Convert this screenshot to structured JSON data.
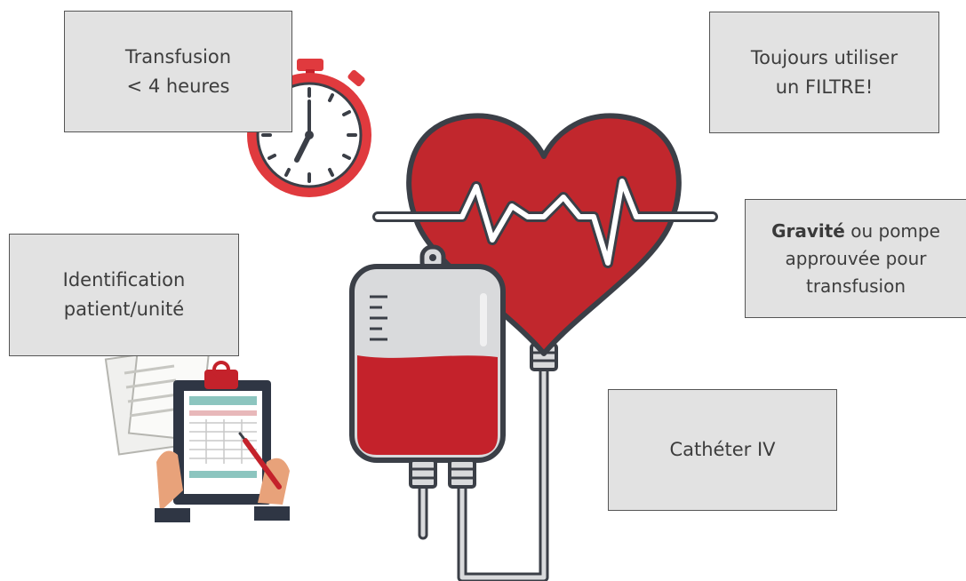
{
  "boxes": {
    "transfusion": {
      "line1": "Transfusion",
      "line2": "< 4 heures"
    },
    "filtre": {
      "line1": "Toujours utiliser",
      "line2": "un FILTRE!"
    },
    "gravite": {
      "bold": "Gravité",
      "rest1": " ou pompe",
      "line2": "approuvée pour",
      "line3": "transfusion"
    },
    "identification": {
      "line1": "Identification",
      "line2": "patient/unité"
    },
    "catheter": {
      "label": "Cathéter IV"
    }
  },
  "icons": [
    "stopwatch-icon",
    "heart-icon",
    "heartbeat-line-icon",
    "blood-bag-icon",
    "iv-tube-icon",
    "clipboard-icon",
    "documents-icon",
    "hands-icon",
    "pen-icon"
  ],
  "colors": {
    "blood_red": "#c4222b",
    "heart_red": "#c1272d",
    "bag_gray": "#d9dadc",
    "outline": "#3b3f47",
    "box_fill": "#e2e2e2"
  }
}
